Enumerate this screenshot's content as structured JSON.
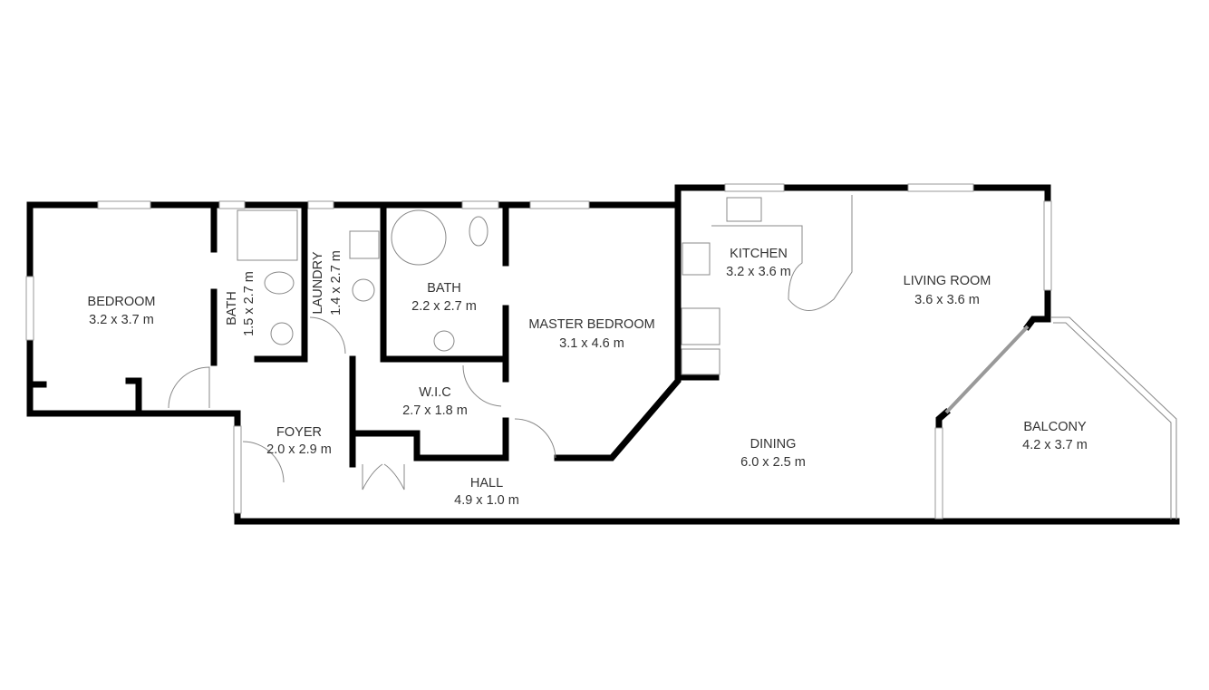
{
  "plan": {
    "rooms": [
      {
        "name": "BEDROOM",
        "size": "3.2 x 3.7 m"
      },
      {
        "name": "BATH",
        "size": "1.5 x 2.7 m"
      },
      {
        "name": "LAUNDRY",
        "size": "1.4 x 2.7 m"
      },
      {
        "name": "BATH",
        "size": "2.2 x 2.7 m"
      },
      {
        "name": "MASTER BEDROOM",
        "size": "3.1 x 4.6 m"
      },
      {
        "name": "W.I.C",
        "size": "2.7 x 1.8 m"
      },
      {
        "name": "FOYER",
        "size": "2.0 x 2.9 m"
      },
      {
        "name": "HALL",
        "size": "4.9 x 1.0 m"
      },
      {
        "name": "KITCHEN",
        "size": "3.2 x 3.6 m"
      },
      {
        "name": "LIVING ROOM",
        "size": "3.6 x 3.6 m"
      },
      {
        "name": "DINING",
        "size": "6.0 x 2.5 m"
      },
      {
        "name": "BALCONY",
        "size": "4.2 x 3.7 m"
      }
    ]
  }
}
